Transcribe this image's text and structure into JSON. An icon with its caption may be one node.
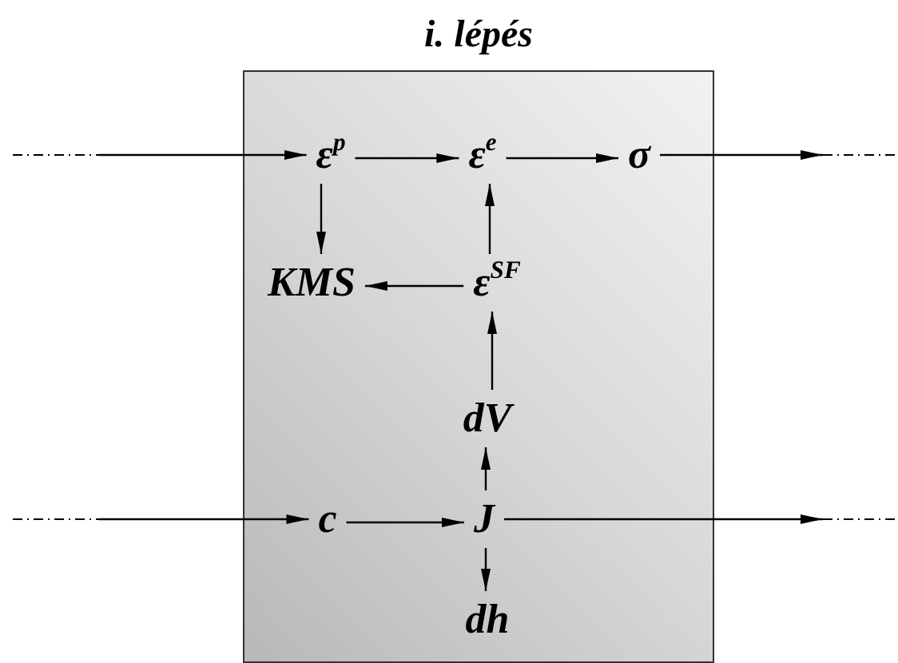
{
  "diagram": {
    "nodes": [
      {
        "text": [
          "i. lépés"
        ]
      },
      {
        "text": [
          "ε$^{p}$"
        ],
        "in": 0
      },
      {
        "text": [
          "ε$^{e}$"
        ],
        "in": 0
      },
      {
        "text": [
          "σ"
        ],
        "in": 0
      },
      {
        "text": [
          "KMS"
        ],
        "in": 0
      },
      {
        "text": [
          "ε$^{SF}$"
        ],
        "in": 0
      },
      {
        "text": [
          "dV"
        ],
        "in": 0
      },
      {
        "text": [
          "c"
        ],
        "in": 0
      },
      {
        "text": [
          "J"
        ],
        "in": 0
      },
      {
        "text": [
          "dh"
        ],
        "in": 0
      }
    ],
    "edges": [
      {
        "from": null,
        "to": 1,
        "arrow": "to"
      },
      {
        "from": 1,
        "to": 2,
        "arrow": "to"
      },
      {
        "from": 2,
        "to": 3,
        "arrow": "to"
      },
      {
        "from": 3,
        "to": null,
        "arrow": "to"
      },
      {
        "from": 1,
        "to": 4,
        "arrow": "to"
      },
      {
        "from": 5,
        "to": 2,
        "arrow": "to"
      },
      {
        "from": 5,
        "to": 4,
        "arrow": "to"
      },
      {
        "from": 6,
        "to": 5,
        "arrow": "to"
      },
      {
        "from": 8,
        "to": 6,
        "arrow": "to"
      },
      {
        "from": 8,
        "to": 9,
        "arrow": "to"
      },
      {
        "from": null,
        "to": 7,
        "arrow": "to"
      },
      {
        "from": 7,
        "to": 8,
        "arrow": "to"
      },
      {
        "from": 8,
        "to": null,
        "arrow": "to"
      }
    ]
  }
}
